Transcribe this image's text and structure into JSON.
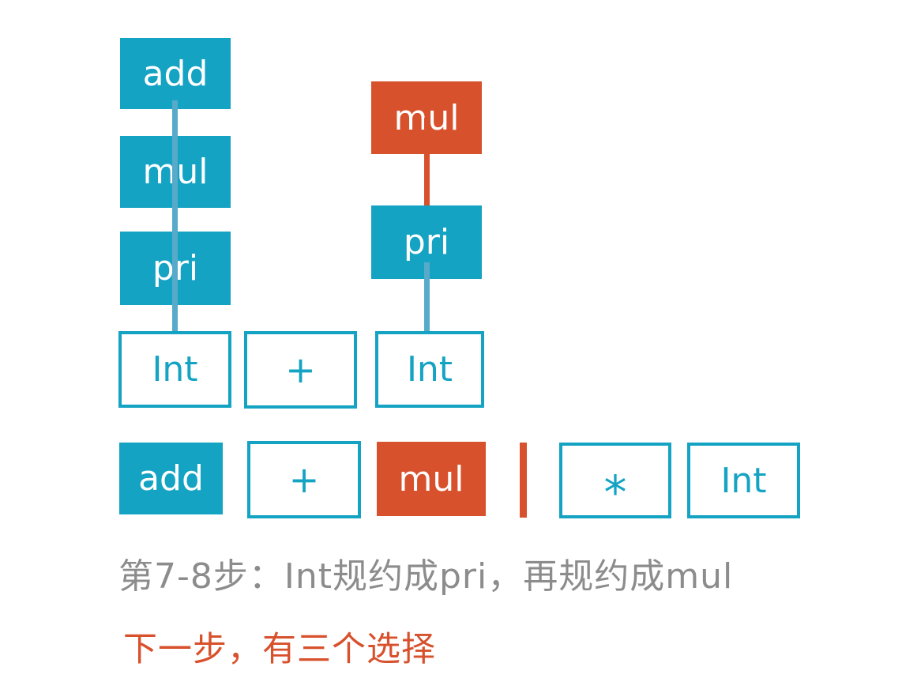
{
  "colors": {
    "teal": "#14A3C3",
    "teal-light": "#58AACA",
    "orange": "#D8512D",
    "gray-text": "#8C8C8C",
    "background": "#FFFFFF"
  },
  "diagram": {
    "left_tree": {
      "add": "add",
      "mul": "mul",
      "pri": "pri",
      "int": "Int"
    },
    "plus_token": "+",
    "right_tree": {
      "mul": "mul",
      "pri": "pri",
      "int": "Int"
    },
    "stack_row": {
      "add": "add",
      "plus": "+",
      "mul": "mul"
    },
    "input_row": {
      "star": "*",
      "int": "Int"
    }
  },
  "captions": {
    "step": "第7-8步：Int规约成pri，再规约成mul",
    "choices": "下一步，有三个选择"
  }
}
